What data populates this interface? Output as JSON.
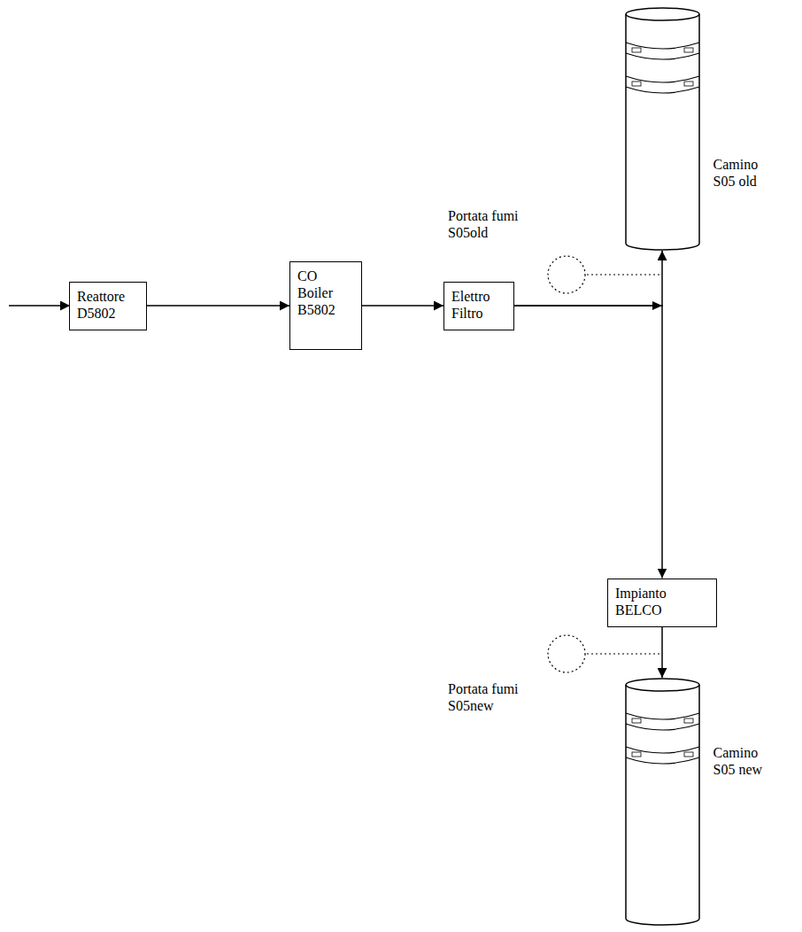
{
  "diagram": {
    "nodes": [
      {
        "text": [
          "Camino S05 old"
        ]
      },
      {
        "text": [
          "Portata fumi S05old"
        ]
      },
      {
        "text": [
          "Reattore D5802"
        ]
      },
      {
        "text": [
          "CO Boiler B5802"
        ]
      },
      {
        "text": [
          "Elettro Filtro"
        ]
      },
      {
        "text": [
          "Impianto BELCO"
        ]
      },
      {
        "text": [
          "Portata fumi S05new"
        ]
      },
      {
        "text": [
          "Camino S05 new"
        ]
      }
    ],
    "edges": [
      {
        "from": 2,
        "to": 3,
        "arrow": "to"
      },
      {
        "from": 3,
        "to": 4,
        "arrow": "to"
      },
      {
        "from": 4,
        "to": 0,
        "arrow": "to"
      },
      {
        "from": 4,
        "to": 5,
        "arrow": "to"
      },
      {
        "from": 5,
        "to": 7,
        "arrow": "to"
      }
    ]
  }
}
